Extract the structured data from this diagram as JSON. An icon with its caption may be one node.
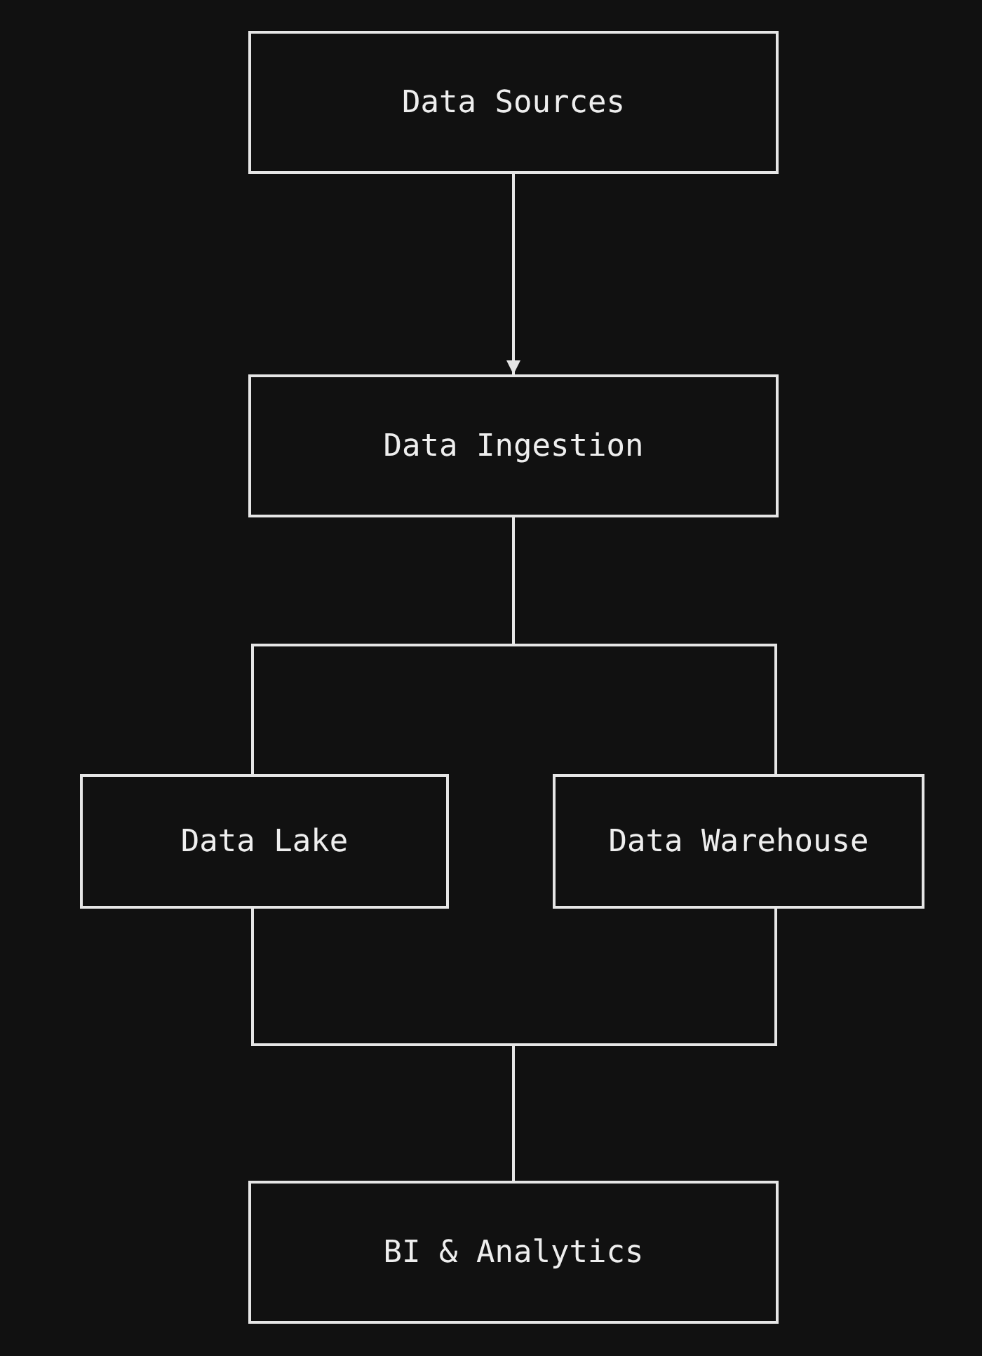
{
  "diagram": {
    "nodes": [
      {
        "text": [
          "Data Sources"
        ]
      },
      {
        "text": [
          "Data Ingestion"
        ]
      },
      {
        "text": [
          "Data Lake"
        ]
      },
      {
        "text": [
          "Data Warehouse"
        ]
      },
      {
        "text": [
          "BI & Analytics"
        ]
      }
    ],
    "edges": [
      {
        "from": 0,
        "to": 1,
        "arrow": "to"
      },
      {
        "from": 1,
        "to": 2,
        "arrow": "none"
      },
      {
        "from": 1,
        "to": 3,
        "arrow": "none"
      },
      {
        "from": 2,
        "to": 4,
        "arrow": "none"
      },
      {
        "from": 3,
        "to": 4,
        "arrow": "none"
      }
    ]
  }
}
